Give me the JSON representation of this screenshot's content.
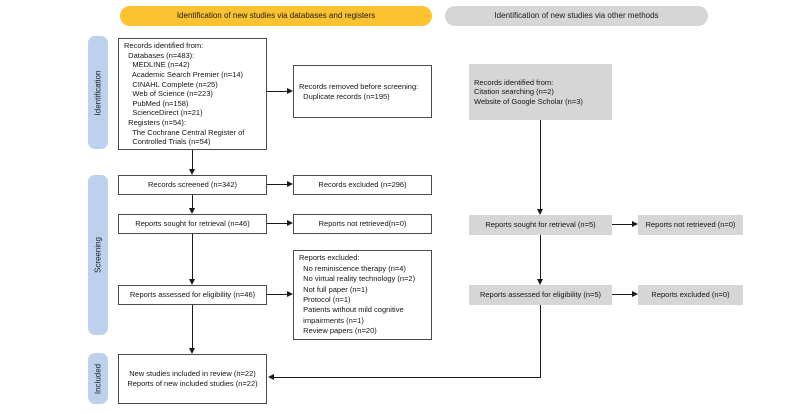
{
  "colors": {
    "header_yellow": "#fcc230",
    "header_gray": "#d6d6d6",
    "stage_blue": "#bcd2ec",
    "box_border": "#4a4a4a",
    "line_black": "#1a1a1a"
  },
  "headers": {
    "left": "Identification of new studies via databases and registers",
    "right": "Identification of new studies via other methods"
  },
  "stages": {
    "identification": "Identification",
    "screening": "Screening",
    "included": "Included"
  },
  "left_flow": {
    "records_identified_lines": [
      "Records identified from:",
      "  Databases (n=483):",
      "    MEDLINE (n=42)",
      "    Academic Search Premier (n=14)",
      "    CINAHL Complete (n=25)",
      "    Web of Science (n=223)",
      "    PubMed (n=158)",
      "    ScienceDirect (n=21)",
      "  Registers (n=54):",
      "    The Cochrane Central Register of",
      "    Controlled Trials (n=54)"
    ],
    "records_removed_lines": [
      "Records removed before screening:",
      "  Duplicate records (n=195)"
    ],
    "records_screened": "Records screened (n=342)",
    "records_excluded": "Records excluded (n=296)",
    "reports_sought": "Reports sought for retrieval (n=46)",
    "reports_not_retrieved": "Reports not retrieved(n=0)",
    "reports_assessed": "Reports assessed for eligibility (n=46)",
    "reports_excluded_lines": [
      "Reports excluded:",
      "  No reminiscence therapy (n=4)",
      "  No virtual reality technology (n=2)",
      "  Not full paper (n=1)",
      "  Protocol (n=1)",
      "  Patients without mild cognitive",
      "  impairments (n=1)",
      "  Review papers (n=20)"
    ],
    "included_lines": [
      "New studies included in review (n=22)",
      "Reports of new included studies (n=22)"
    ]
  },
  "right_flow": {
    "records_identified_lines": [
      "Records identified from:",
      "Citation searching (n=2)",
      "Website of Google Scholar (n=3)"
    ],
    "reports_sought": "Reports sought for retrieval (n=5)",
    "reports_not_retrieved": "Reports not retrieved (n=0)",
    "reports_assessed": "Reports assessed for eligibility (n=5)",
    "reports_excluded": "Reports excluded (n=0)"
  }
}
